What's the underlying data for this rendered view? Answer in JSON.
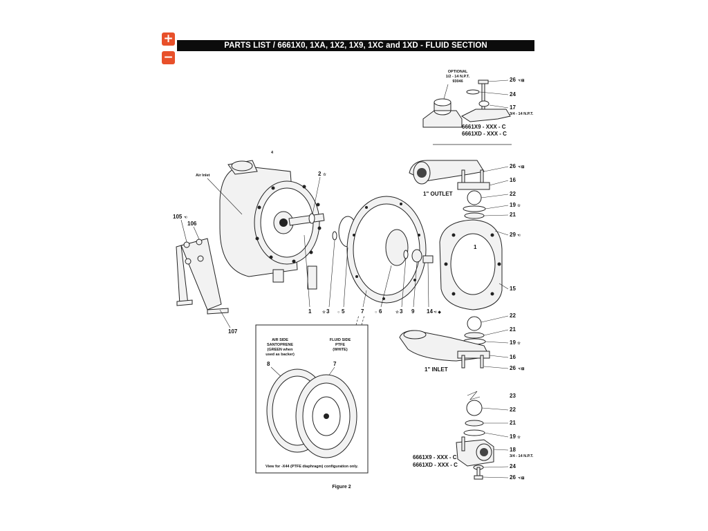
{
  "header": {
    "title": "PARTS LIST / 6661X0, 1XA, 1X2, 1X9, 1XC and 1XD - FLUID SECTION"
  },
  "controls": {
    "zoom_in": "+",
    "zoom_out": "−"
  },
  "diagram": {
    "optional_title": "OPTIONAL",
    "optional_npt": "1/2 - 14 N.P.T.",
    "optional_part": "93046",
    "top_model_1": "6661X9 - XXX - C",
    "top_model_2": "6661XD - XXX - C",
    "top_npt": "3/4 - 14 N.P.T.",
    "air_inlet": "Air Inlet",
    "outlet": "1\" OUTLET",
    "inlet": "1\" INLET",
    "figure": "Figure 2",
    "inset_air_1": "AIR SIDE",
    "inset_air_2": "SANTOPRENE",
    "inset_air_3": "(GREEN when",
    "inset_air_4": "used as backer)",
    "inset_fluid_1": "FLUID SIDE",
    "inset_fluid_2": "PTFE",
    "inset_fluid_3": "(WHITE)",
    "inset_note": "View for -X44 (PTFE diaphragm) configuration only.",
    "inset_8": "8",
    "inset_7": "7",
    "bottom_model_1": "6661X9 - XXX - C",
    "bottom_model_2": "6661XD - XXX - C",
    "bottom_npt": "3/4 - 14 N.P.T.",
    "small_mark": "4",
    "callouts": {
      "c26a": "26",
      "c24a": "24",
      "c17": "17",
      "c26b": "26",
      "c16a": "16",
      "c22a": "22",
      "c19a": "19",
      "c21a": "21",
      "c29": "29",
      "c15": "15",
      "c22b": "22",
      "c21b": "21",
      "c19b": "19",
      "c16b": "16",
      "c26c": "26",
      "c2": "2",
      "c105": "105",
      "c106": "106",
      "c107": "107",
      "c1": "1",
      "c3a": "3",
      "c5": "5",
      "c7": "7",
      "c6": "6",
      "c3b": "3",
      "c9": "9",
      "c14": "14",
      "c23": "23",
      "c22c": "22",
      "c21c": "21",
      "c19c": "19",
      "c18": "18",
      "c24b": "24",
      "c26d": "26"
    }
  }
}
